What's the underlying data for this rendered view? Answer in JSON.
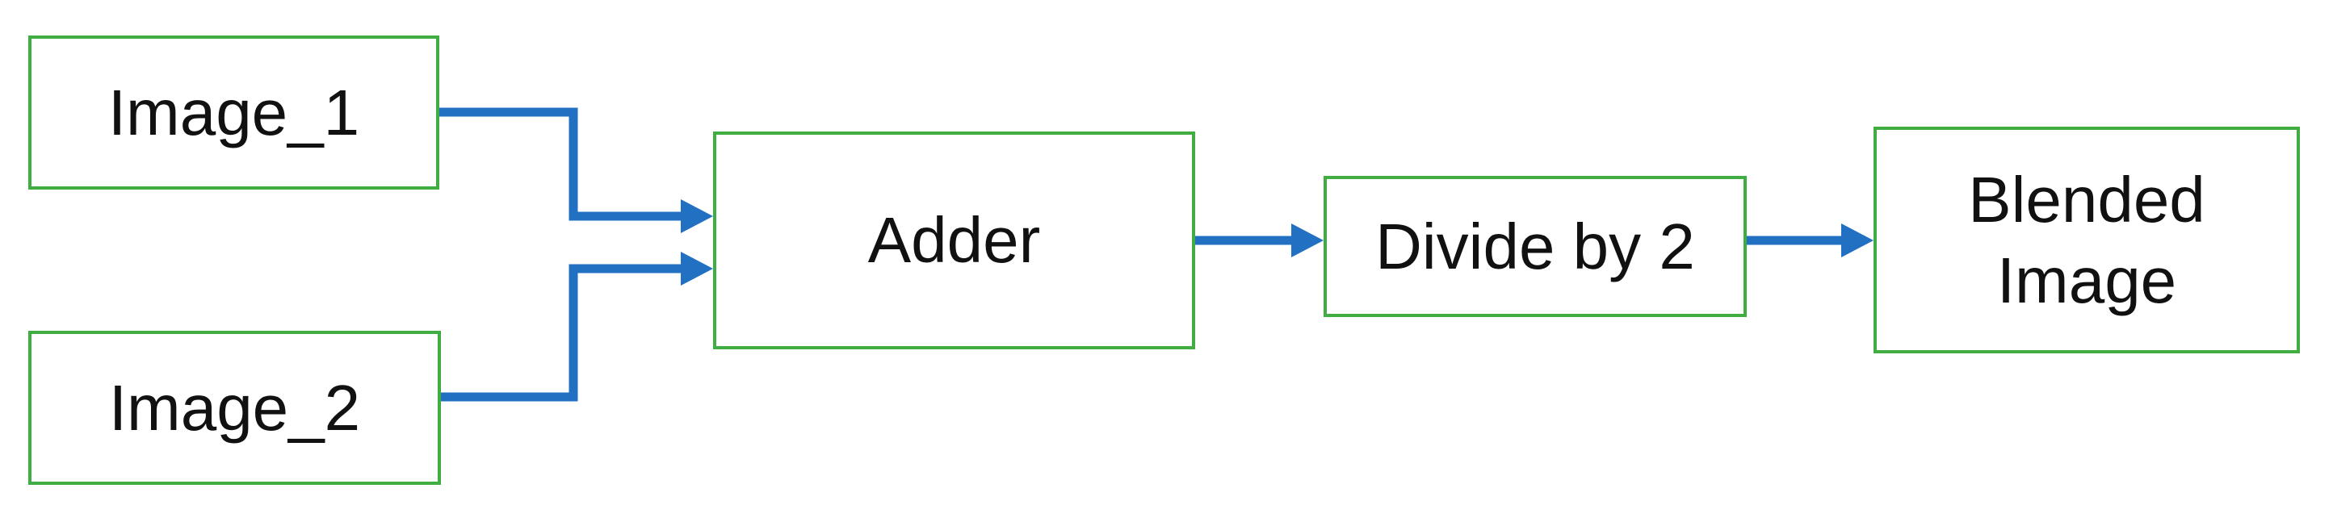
{
  "diagram": {
    "nodes": {
      "image1": {
        "label": "Image_1"
      },
      "image2": {
        "label": "Image_2"
      },
      "adder": {
        "label": "Adder"
      },
      "divide": {
        "label": "Divide by 2"
      },
      "blended": {
        "label": "Blended Image"
      }
    },
    "edges": [
      {
        "from": "image1",
        "to": "adder",
        "style": "elbow-arrow"
      },
      {
        "from": "image2",
        "to": "adder",
        "style": "elbow-arrow"
      },
      {
        "from": "adder",
        "to": "divide",
        "style": "straight-arrow"
      },
      {
        "from": "divide",
        "to": "blended",
        "style": "straight-arrow"
      }
    ],
    "colors": {
      "node_border": "#3fad42",
      "node_fill": "#ffffff",
      "connector": "#2170c2",
      "text": "#111111",
      "background": "#ffffff"
    }
  }
}
